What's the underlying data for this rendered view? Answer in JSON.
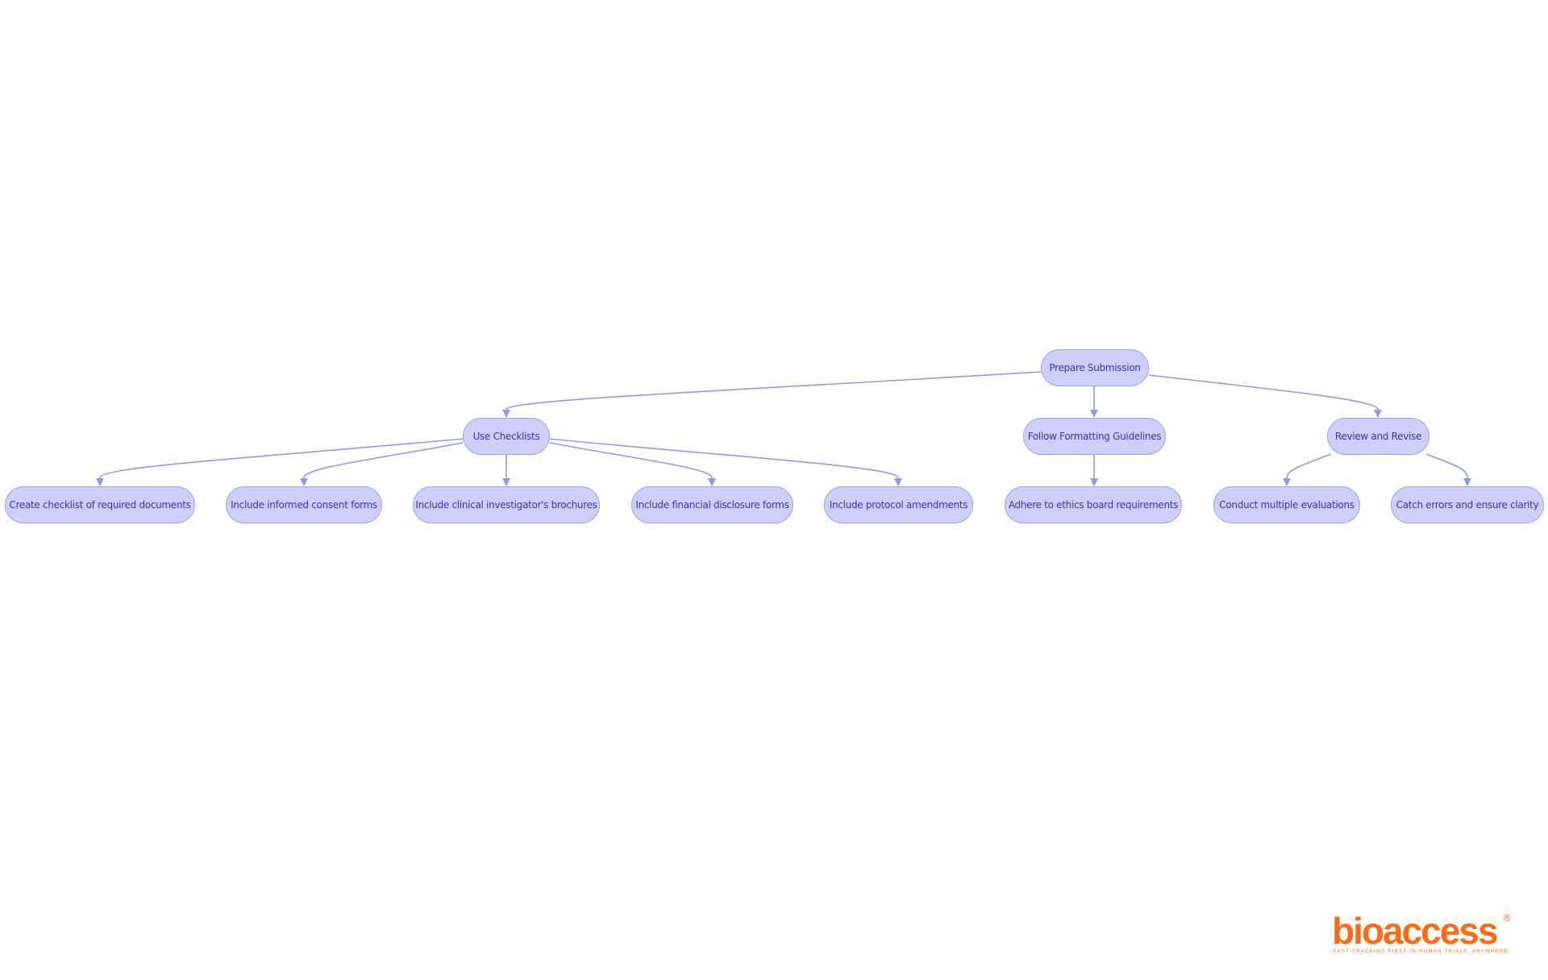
{
  "diagram": {
    "nodes": [
      {
        "id": "prepare",
        "label": "Prepare Submission"
      },
      {
        "id": "checklists",
        "label": "Use Checklists"
      },
      {
        "id": "formatting",
        "label": "Follow Formatting Guidelines"
      },
      {
        "id": "review",
        "label": "Review and Revise"
      },
      {
        "id": "create_checklist",
        "label": "Create checklist of required documents"
      },
      {
        "id": "consent",
        "label": "Include informed consent forms"
      },
      {
        "id": "brochures",
        "label": "Include clinical investigator's brochures"
      },
      {
        "id": "financial",
        "label": "Include financial disclosure forms"
      },
      {
        "id": "amendments",
        "label": "Include protocol amendments"
      },
      {
        "id": "ethics",
        "label": "Adhere to ethics board requirements"
      },
      {
        "id": "evaluations",
        "label": "Conduct multiple evaluations"
      },
      {
        "id": "clarity",
        "label": "Catch errors and ensure clarity"
      }
    ],
    "edges": [
      {
        "from": "prepare",
        "to": "checklists"
      },
      {
        "from": "prepare",
        "to": "formatting"
      },
      {
        "from": "prepare",
        "to": "review"
      },
      {
        "from": "checklists",
        "to": "create_checklist"
      },
      {
        "from": "checklists",
        "to": "consent"
      },
      {
        "from": "checklists",
        "to": "brochures"
      },
      {
        "from": "checklists",
        "to": "financial"
      },
      {
        "from": "checklists",
        "to": "amendments"
      },
      {
        "from": "formatting",
        "to": "ethics"
      },
      {
        "from": "review",
        "to": "evaluations"
      },
      {
        "from": "review",
        "to": "clarity"
      }
    ]
  },
  "logo": {
    "name": "bioaccess",
    "registered_mark": "®",
    "tagline": "FAST-TRACKING FIRST-IN-HUMAN TRIALS, ANYWHERE"
  },
  "colors": {
    "node_fill": "#cdd0fb",
    "node_border": "#9ea4ee",
    "node_text": "#3337b8",
    "edge": "#9098e8",
    "logo": "#ff6a13"
  }
}
